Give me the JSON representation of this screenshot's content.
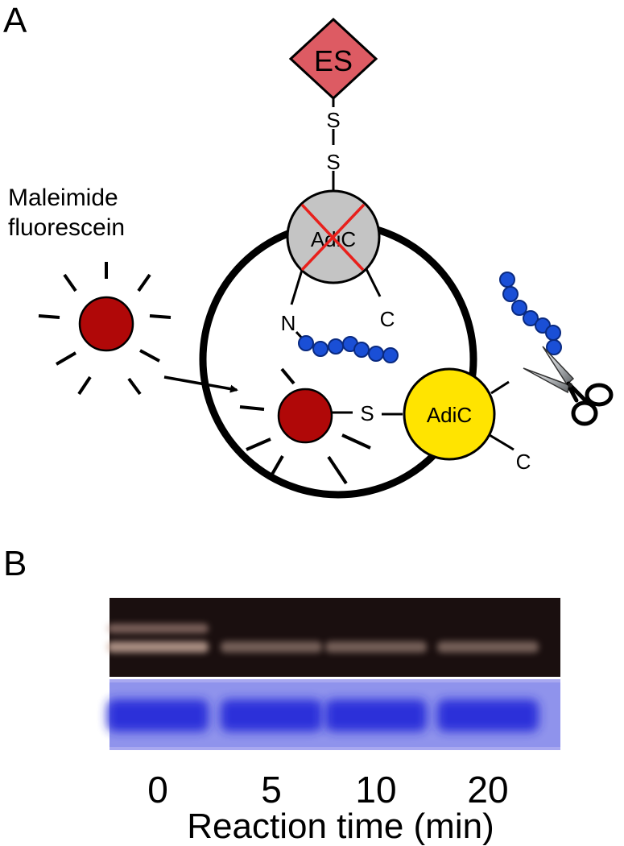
{
  "panel_a": {
    "label": "A",
    "es_label": "ES",
    "sulfur_top": "S",
    "sulfur_bottom": "S",
    "maleimide_line1": "Maleimide",
    "maleimide_line2": "fluorescein",
    "inactive_protein_label": "AdiC",
    "active_protein_label": "AdiC",
    "n_terminus": "N",
    "c_terminus_inactive": "C",
    "c_terminus_active": "C",
    "thioether_s": "S"
  },
  "panel_b": {
    "label": "B",
    "lanes": [
      "0",
      "5",
      "10",
      "20"
    ],
    "axis_label": "Reaction time (min)",
    "fluorescence_intensity": [
      1.0,
      0.45,
      0.45,
      0.45
    ]
  },
  "colors": {
    "es_fill": "#dd5b63",
    "inactive_fill": "#c4c4c4",
    "active_fill": "#ffe400",
    "fluorophore_fill": "#b00808",
    "bead_fill": "#1a4fd6",
    "cross_color": "#e8201c",
    "gel_dark": "#1a0f0f",
    "gel_blue": "#3e43e0"
  }
}
